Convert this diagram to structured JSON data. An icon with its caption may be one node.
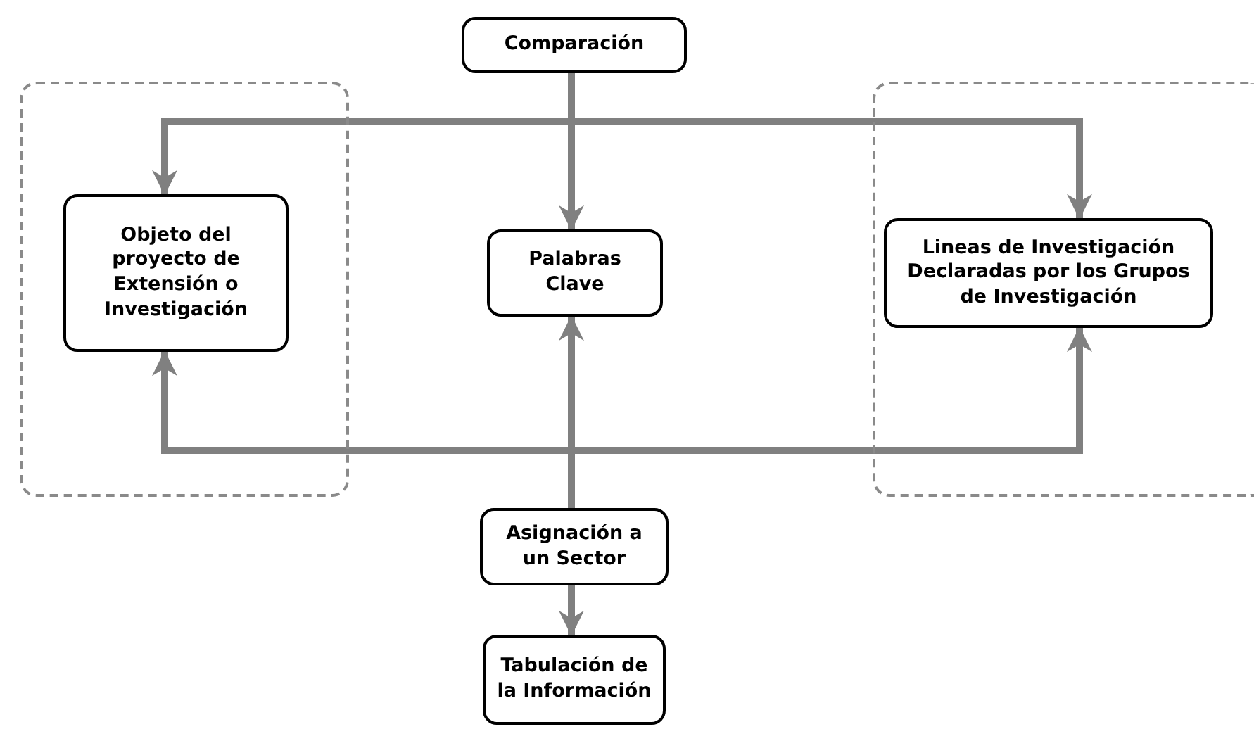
{
  "diagram": {
    "nodes": [
      {
        "text": [
          "Comparación"
        ]
      },
      {
        "text": [],
        "shape": "box"
      },
      {
        "text": [
          "Objeto del proyecto de Extensión o Investigación"
        ],
        "in": 1
      },
      {
        "text": [
          "Palabras Clave"
        ]
      },
      {
        "text": [],
        "shape": "box"
      },
      {
        "text": [
          "Lineas de Investigación Declaradas por los Grupos de Investigación"
        ],
        "in": 4
      },
      {
        "text": [
          "Asignación a un Sector"
        ]
      },
      {
        "text": [
          "Tabulación de la Información"
        ]
      }
    ],
    "edges": [
      {
        "from": 0,
        "to": 2,
        "arrow": "to"
      },
      {
        "from": 0,
        "to": 3,
        "arrow": "to"
      },
      {
        "from": 0,
        "to": 5,
        "arrow": "to"
      },
      {
        "from": 6,
        "to": 2,
        "arrow": "to"
      },
      {
        "from": 6,
        "to": 3,
        "arrow": "to"
      },
      {
        "from": 6,
        "to": 5,
        "arrow": "to"
      },
      {
        "from": 6,
        "to": 7,
        "arrow": "to"
      }
    ]
  }
}
